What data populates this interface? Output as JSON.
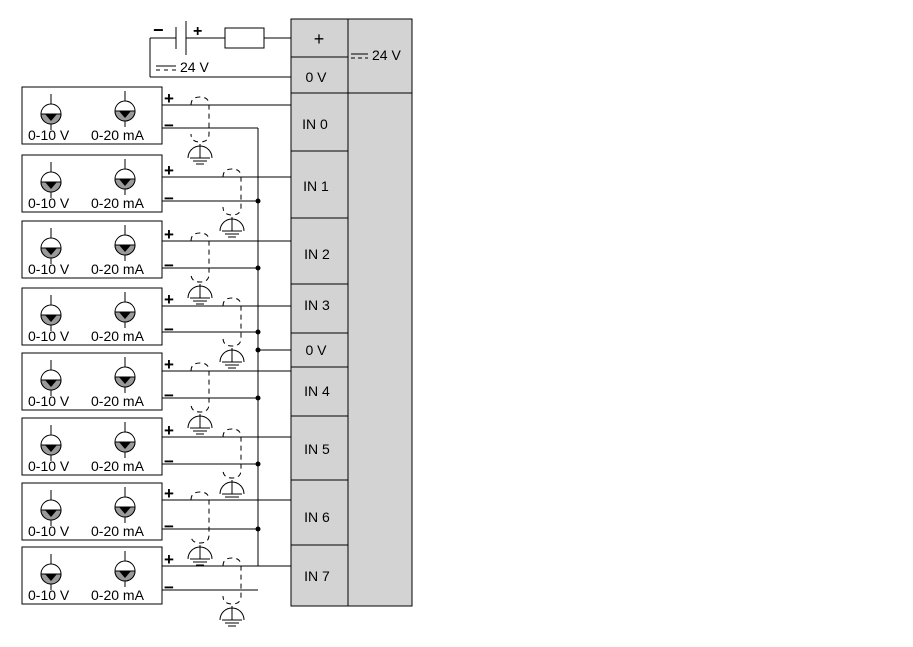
{
  "supply": {
    "minus": "−",
    "plus": "+",
    "voltage": "24 V"
  },
  "module": {
    "plus_terminal": "+",
    "zero_v_top": "0 V",
    "zero_v_mid": "0 V",
    "supply_label": "24 V",
    "inputs": [
      "IN 0",
      "IN 1",
      "IN 2",
      "IN 3",
      "IN 4",
      "IN 5",
      "IN 6",
      "IN 7"
    ]
  },
  "sensors": [
    {
      "voltage_label": "0-10 V",
      "current_label": "0-20 mA",
      "plus": "+",
      "minus": "−"
    },
    {
      "voltage_label": "0-10 V",
      "current_label": "0-20 mA",
      "plus": "+",
      "minus": "−"
    },
    {
      "voltage_label": "0-10 V",
      "current_label": "0-20 mA",
      "plus": "+",
      "minus": "−"
    },
    {
      "voltage_label": "0-10 V",
      "current_label": "0-20 mA",
      "plus": "+",
      "minus": "−"
    },
    {
      "voltage_label": "0-10 V",
      "current_label": "0-20 mA",
      "plus": "+",
      "minus": "−"
    },
    {
      "voltage_label": "0-10 V",
      "current_label": "0-20 mA",
      "plus": "+",
      "minus": "−"
    },
    {
      "voltage_label": "0-10 V",
      "current_label": "0-20 mA",
      "plus": "+",
      "minus": "−"
    },
    {
      "voltage_label": "0-10 V",
      "current_label": "0-20 mA",
      "plus": "+",
      "minus": "−"
    }
  ],
  "colors": {
    "module_fill": "#d3d3d3",
    "line": "#000000",
    "symbol_fill": "#9a9a9a"
  }
}
